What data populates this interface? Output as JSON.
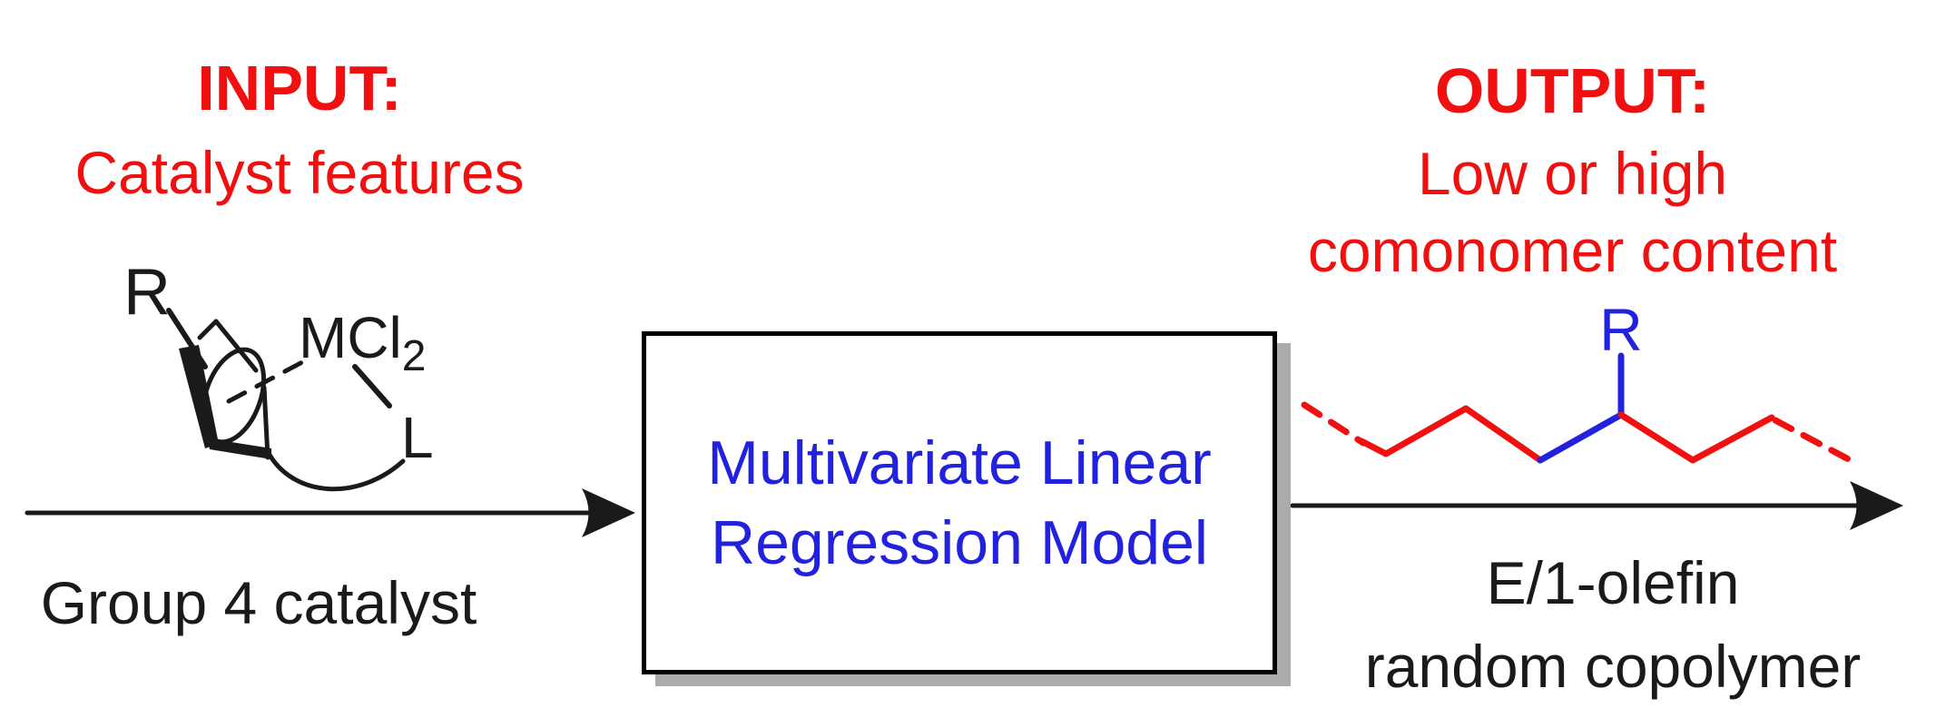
{
  "colors": {
    "red": "#F01010",
    "blue": "#2121DE",
    "black": "#1A1A1A",
    "shadow": "#ABABAB"
  },
  "input": {
    "heading": "INPUT:",
    "subheading": "Catalyst features",
    "caption": "Group 4 catalyst",
    "structure": {
      "substituent": "R",
      "metal": "MCl",
      "metal_sub": "2",
      "ligand": "L"
    }
  },
  "model": {
    "line1": "Multivariate Linear",
    "line2": "Regression Model"
  },
  "output": {
    "heading": "OUTPUT:",
    "subheading_line1": "Low or high",
    "subheading_line2": "comonomer content",
    "caption_line1": "E/1-olefin",
    "caption_line2": "random copolymer",
    "structure": {
      "substituent": "R"
    }
  }
}
